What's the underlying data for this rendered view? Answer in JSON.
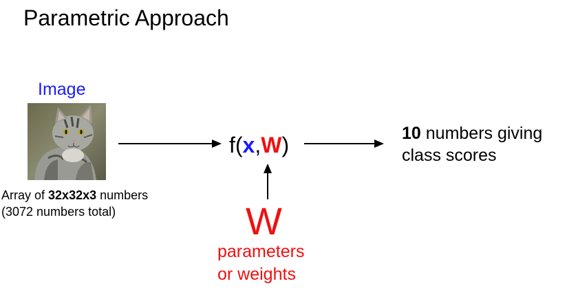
{
  "title": "Parametric Approach",
  "image": {
    "label": "Image",
    "array_prefix": "Array of ",
    "array_dims": "32x32x3",
    "array_suffix": " numbers",
    "array_total": "(3072 numbers total)"
  },
  "function": {
    "open": "f(",
    "x": "x",
    "comma": ",",
    "w": "W",
    "close": ")"
  },
  "output": {
    "count": "10",
    "line1_suffix": " numbers giving",
    "line2": "class scores"
  },
  "parameters": {
    "symbol": "W",
    "line1": "parameters",
    "line2": "or weights"
  },
  "colors": {
    "blue": "#1a1aff",
    "red": "#ee1111"
  }
}
